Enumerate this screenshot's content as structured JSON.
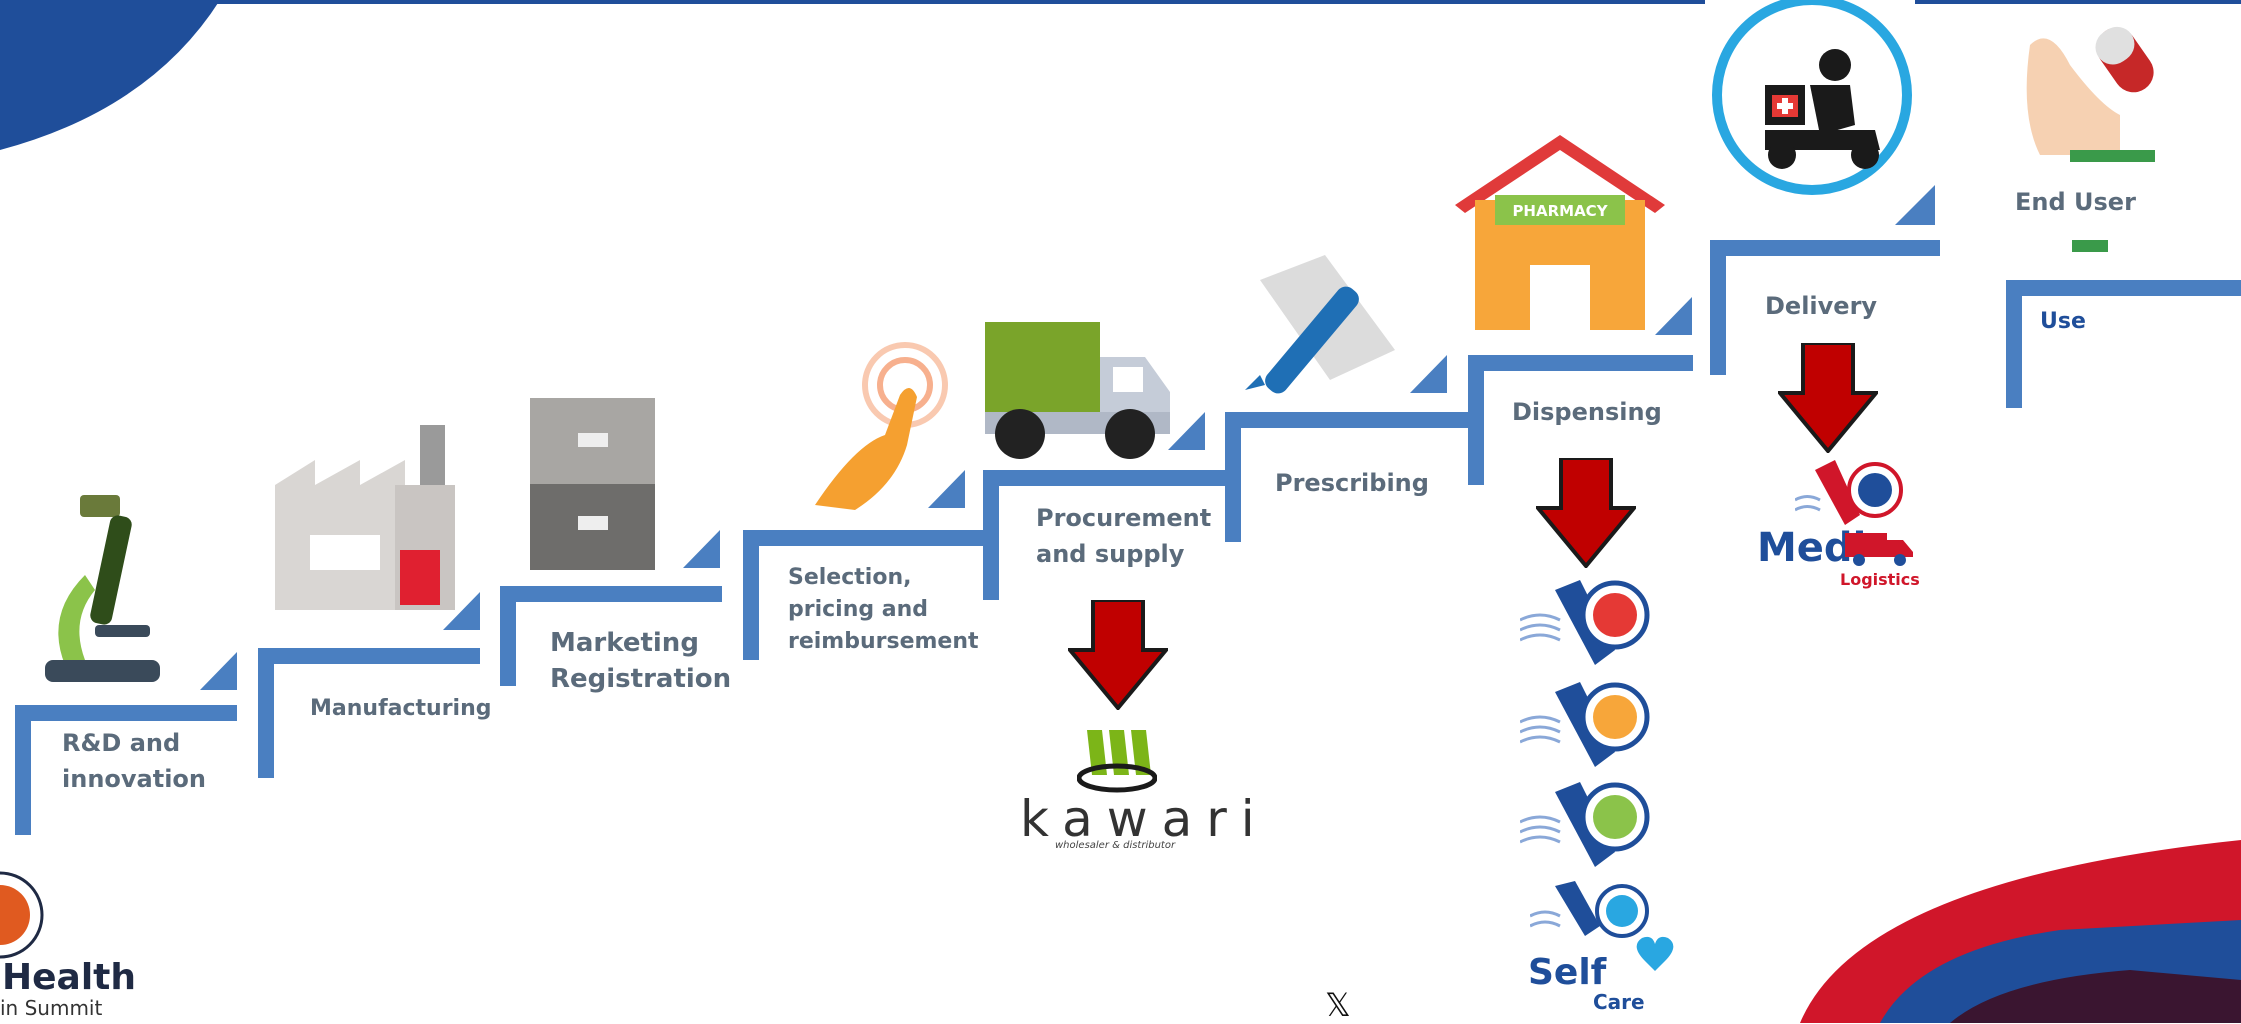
{
  "steps": [
    {
      "label": "R&D and\ninnovation"
    },
    {
      "label": "Manufacturing"
    },
    {
      "label": "Marketing\nRegistration"
    },
    {
      "label": "Selection,\npricing and\nreimbursement"
    },
    {
      "label": "Procurement\nand supply"
    },
    {
      "label": "Prescribing"
    },
    {
      "label": "Dispensing"
    },
    {
      "label": "Delivery"
    },
    {
      "label": "End User"
    },
    {
      "label": "Use"
    }
  ],
  "icons": {
    "pharmacy_sign": "PHARMACY"
  },
  "logos": {
    "kawari_name": "kawari",
    "kawari_tagline": "wholesaler & distributor",
    "medi_name": "Medi",
    "medi_sub": "Logistics",
    "self_care_1": "Self",
    "self_care_2": "Care",
    "health_1": "Health",
    "health_2": "in Summit",
    "x_mark": "𝕏"
  },
  "colors": {
    "step_blue": "#4a7fc1",
    "arrow_red": "#c00000",
    "accent_blue": "#1f4e9a",
    "text_gray": "#5b6b7b"
  }
}
